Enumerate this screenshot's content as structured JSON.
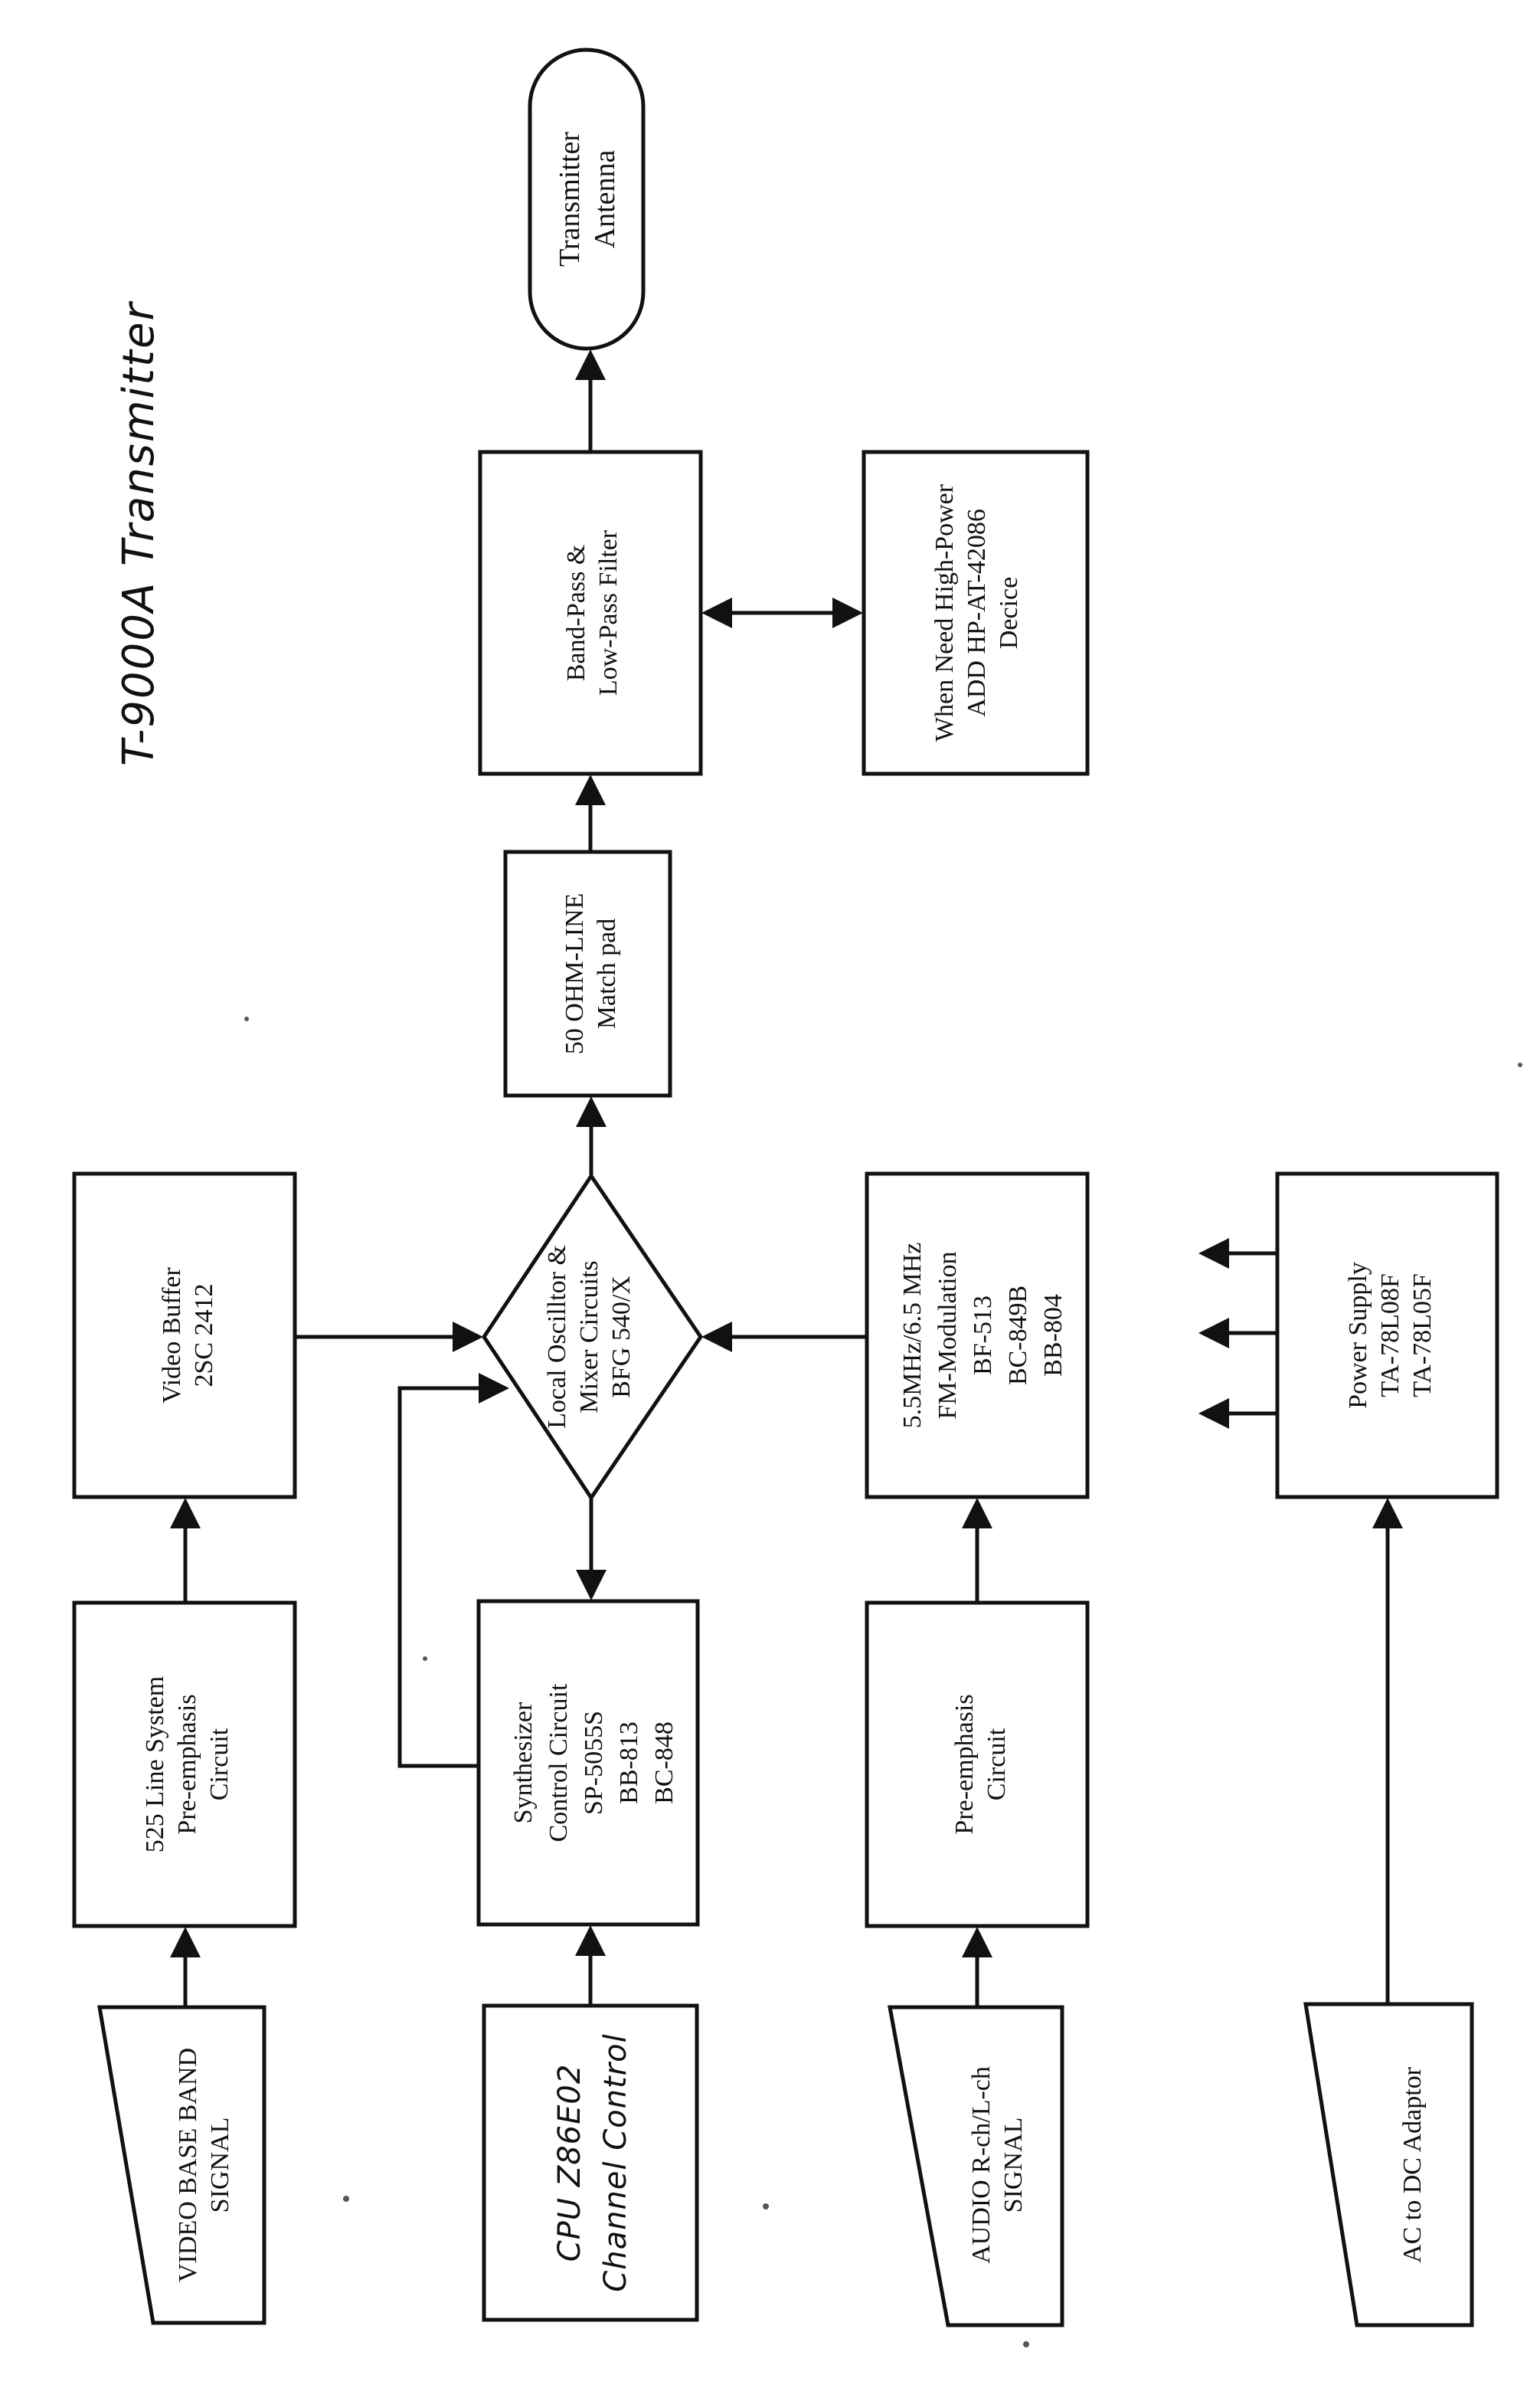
{
  "document": {
    "orientation": "rotated 90 degrees counter-clockwise",
    "title": "T-9000A Transmitter",
    "background_color": "#ffffff",
    "ink_color": "#111111"
  },
  "blocks": {
    "antenna": {
      "type": "terminal",
      "lines": [
        "Transmitter",
        "Antenna"
      ]
    },
    "filter": {
      "type": "process",
      "lines": [
        "Band-Pass &",
        "Low-Pass Filter"
      ]
    },
    "high_power": {
      "type": "process",
      "lines": [
        "When Need High-Power",
        "ADD HP-AT-42086",
        "Decice"
      ]
    },
    "match_pad": {
      "type": "process",
      "lines": [
        "50 OHM-LINE",
        "Match pad"
      ]
    },
    "oscillator": {
      "type": "decision",
      "lines": [
        "Local Oscilltor &",
        "Mixer Circuits",
        "BFG 540/X"
      ]
    },
    "video_buffer": {
      "type": "process",
      "lines": [
        "Video Buffer",
        "2SC 2412"
      ]
    },
    "fm_modulation": {
      "type": "process",
      "lines": [
        "5.5MHz/6.5 MHz",
        "FM-Modulation",
        "BF-513",
        "BC-849B",
        "BB-804"
      ]
    },
    "power_supply": {
      "type": "process",
      "lines": [
        "Power Supply",
        "TA-78L08F",
        "TA-78L05F"
      ]
    },
    "video_preemphasis": {
      "type": "process",
      "lines": [
        "525 Line System",
        "Pre-emphasis",
        "Circuit"
      ]
    },
    "synthesizer": {
      "type": "process",
      "lines": [
        "Synthesizer",
        "Control Circuit",
        "SP-5055S",
        "BB-813",
        "BC-848"
      ]
    },
    "audio_preemphasis": {
      "type": "process",
      "lines": [
        "Pre-emphasis",
        "Circuit"
      ]
    },
    "video_input": {
      "type": "manual-input",
      "lines": [
        "VIDEO BASE BAND",
        "SIGNAL"
      ]
    },
    "cpu": {
      "type": "process",
      "handwritten": true,
      "lines": [
        "CPU  Z86E02",
        "Channel Control"
      ]
    },
    "audio_input": {
      "type": "manual-input",
      "lines": [
        "AUDIO R-ch/L-ch",
        "SIGNAL"
      ]
    },
    "ac_adaptor": {
      "type": "manual-input",
      "lines": [
        "AC to DC Adaptor"
      ]
    }
  },
  "connections": [
    {
      "from": "video_input",
      "to": "video_preemphasis"
    },
    {
      "from": "video_preemphasis",
      "to": "video_buffer"
    },
    {
      "from": "video_buffer",
      "to": "oscillator"
    },
    {
      "from": "cpu",
      "to": "synthesizer"
    },
    {
      "from": "synthesizer",
      "to": "oscillator",
      "note": "feedback loop"
    },
    {
      "from": "oscillator",
      "to": "synthesizer"
    },
    {
      "from": "audio_input",
      "to": "audio_preemphasis"
    },
    {
      "from": "audio_preemphasis",
      "to": "fm_modulation"
    },
    {
      "from": "fm_modulation",
      "to": "oscillator"
    },
    {
      "from": "ac_adaptor",
      "to": "power_supply"
    },
    {
      "from": "power_supply",
      "to": "outputs",
      "count": 3
    },
    {
      "from": "oscillator",
      "to": "match_pad"
    },
    {
      "from": "match_pad",
      "to": "filter"
    },
    {
      "from": "filter",
      "to": "high_power",
      "bidirectional": true
    },
    {
      "from": "filter",
      "to": "antenna"
    }
  ]
}
